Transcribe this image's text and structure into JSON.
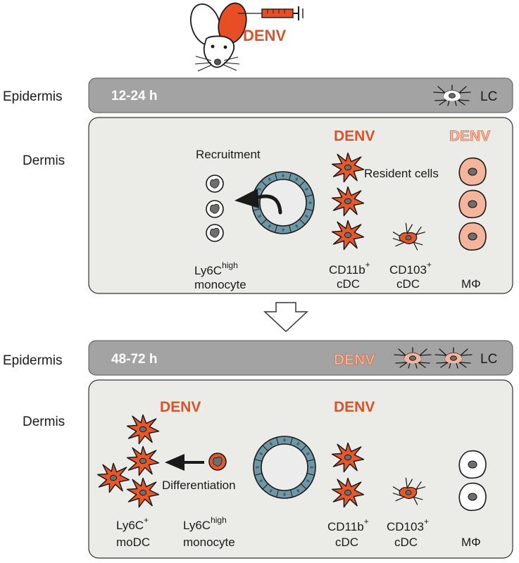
{
  "colors": {
    "denv_dark": "#d7542b",
    "denv_light": "#f1b9a4",
    "infected_cell": "#e8572a",
    "macrophage_infected": "#f4b59c",
    "epidermis_band": "#a3a3a3",
    "dermis_panel": "#ebebe7",
    "vessel_ring": "#6f97a6",
    "nucleus": "#6e6e6e",
    "mouse_ear": "#e84e26"
  },
  "icons": [
    "mouse-icon",
    "syringe-icon",
    "blood-vessel-icon",
    "down-arrow-icon"
  ],
  "header": {
    "virus_label": "DENV"
  },
  "panel1": {
    "epidermis_label": "Epidermis",
    "time": "12-24 h",
    "lc_label": "LC",
    "dermis_label": "Dermis",
    "denv_dark": "DENV",
    "denv_light": "DENV",
    "recruitment": "Recruitment",
    "resident_cells": "Resident cells",
    "monocyte_l1": "Ly6C",
    "monocyte_sup": "high",
    "monocyte_l2": "monocyte",
    "cd11b_l1": "CD11b",
    "cd11b_sup": "+",
    "cd11b_l2": "cDC",
    "cd103_l1": "CD103",
    "cd103_sup": "+",
    "cd103_l2": "cDC",
    "macrophage": "MΦ"
  },
  "panel2": {
    "epidermis_label": "Epidermis",
    "time": "48-72 h",
    "denv_light": "DENV",
    "lc_label": "LC",
    "dermis_label": "Dermis",
    "denv_dark_1": "DENV",
    "denv_dark_2": "DENV",
    "differentiation": "Differentiation",
    "modc_l1": "Ly6C",
    "modc_sup": "+",
    "modc_l2": "moDC",
    "monocyte_l1": "Ly6C",
    "monocyte_sup": "high",
    "monocyte_l2": "monocyte",
    "cd11b_l1": "CD11b",
    "cd11b_sup": "+",
    "cd11b_l2": "cDC",
    "cd103_l1": "CD103",
    "cd103_sup": "+",
    "cd103_l2": "cDC",
    "macrophage": "MΦ"
  }
}
